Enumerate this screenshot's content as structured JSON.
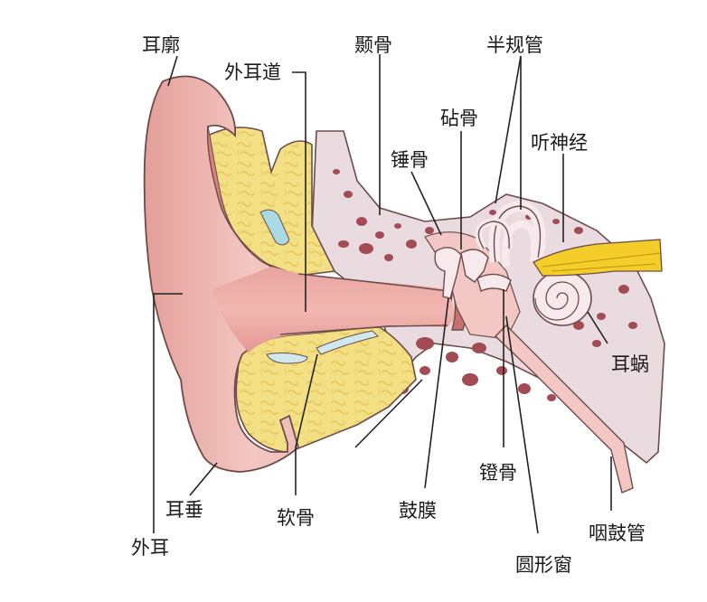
{
  "colors": {
    "skin": "#e9a9a4",
    "skin_light": "#f6d3cf",
    "skin_dark": "#c96f6d",
    "cartilage": "#f3df84",
    "cartilage_pattern": "#e6c65d",
    "bone": "#eadbe0",
    "bone_spot": "#a24b55",
    "canal": "#eeaaa5",
    "ossicle": "#f7e9ec",
    "nerve": "#f5cd2a",
    "outline": "#6d4b4b"
  },
  "labels": {
    "pinna": "耳廓",
    "ear_canal": "外耳道",
    "temporal_bone": "颞骨",
    "semicircular_canals": "半规管",
    "incus": "砧骨",
    "malleus": "锤骨",
    "auditory_nerve": "听神经",
    "cochlea": "耳蜗",
    "outer_ear": "外耳",
    "earlobe": "耳垂",
    "cartilage": "软骨",
    "eardrum": "鼓膜",
    "stapes": "镫骨",
    "eustachian_tube": "咽鼓管",
    "round_window": "圆形窗"
  }
}
